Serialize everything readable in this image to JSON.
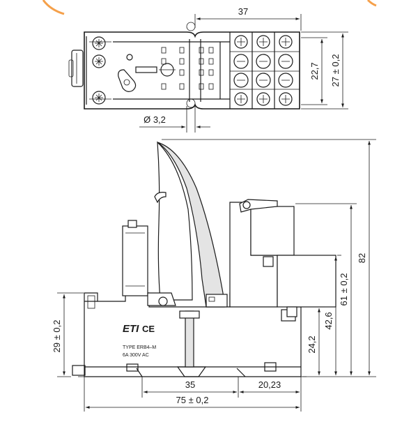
{
  "accent_color": "#f5a04a",
  "top_view": {
    "dim_width": "37",
    "dim_inner_height": "22,7",
    "dim_outer_height": "27 ± 0,2",
    "dim_hole": "Ø 3,2"
  },
  "side_view": {
    "brand": "ETI",
    "ce_mark": "CE",
    "type_label": "TYPE  ERB4–M",
    "rating_label": "6A  300V AC",
    "dim_overall_height": "82",
    "dim_height_61": "61 ± 0,2",
    "dim_height_42": "42,6",
    "dim_height_24": "24,2",
    "dim_height_29": "29 ± 0,2",
    "dim_base_35": "35",
    "dim_base_20": "20,23",
    "dim_base_75": "75 ± 0,2"
  }
}
